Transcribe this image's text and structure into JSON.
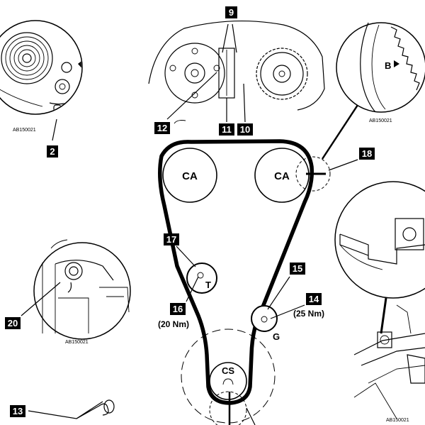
{
  "pulleys": {
    "camshaft_left": "CA",
    "camshaft_right": "CA",
    "tensioner": "T",
    "idler": "G",
    "crankshaft": "CS"
  },
  "callouts": {
    "c2": "2",
    "c9": "9",
    "c10": "10",
    "c11": "11",
    "c12": "12",
    "c13": "13",
    "c14": "14",
    "c15": "15",
    "c16": "16",
    "c17": "17",
    "c18": "18",
    "c20": "20"
  },
  "torques": {
    "tensioner": "(20 Nm)",
    "idler": "(25 Nm)"
  },
  "marks": {
    "b_mark": "B"
  },
  "codes": {
    "top_left": "AB150021",
    "top_right": "AB150021",
    "mid_left": "AB150021",
    "bottom_right": "AB150021"
  }
}
